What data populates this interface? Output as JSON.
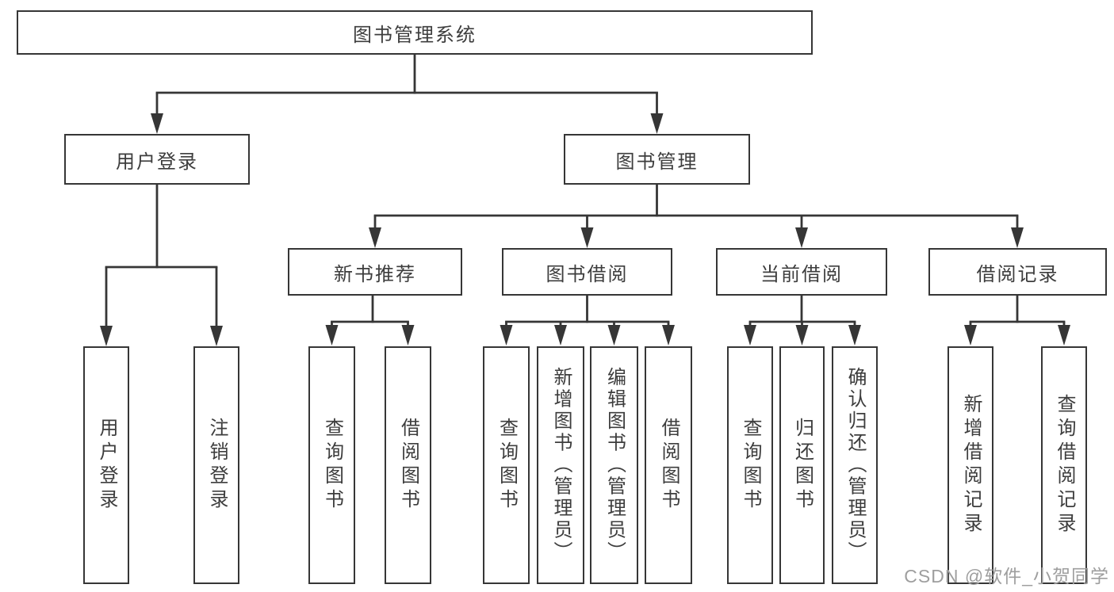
{
  "colors": {
    "line": "#363636",
    "box_border": "#363636",
    "text": "#3d3d3d",
    "watermark_text": "#9e9e9e",
    "background": "#ffffff"
  },
  "watermark": {
    "text": "CSDN @软件_小贺同学"
  },
  "tree": {
    "root": {
      "label": "图书管理系统",
      "children": [
        {
          "label": "用户登录",
          "children": [
            {
              "label": "用户登录"
            },
            {
              "label": "注销登录"
            }
          ]
        },
        {
          "label": "图书管理",
          "children": [
            {
              "label": "新书推荐",
              "children": [
                {
                  "label": "查询图书"
                },
                {
                  "label": "借阅图书"
                }
              ]
            },
            {
              "label": "图书借阅",
              "children": [
                {
                  "label": "查询图书"
                },
                {
                  "label": "新增图书（管理员）"
                },
                {
                  "label": "编辑图书（管理员）"
                },
                {
                  "label": "借阅图书"
                }
              ]
            },
            {
              "label": "当前借阅",
              "children": [
                {
                  "label": "查询图书"
                },
                {
                  "label": "归还图书"
                },
                {
                  "label": "确认归还（管理员）"
                }
              ]
            },
            {
              "label": "借阅记录",
              "children": [
                {
                  "label": "新增借阅记录"
                },
                {
                  "label": "查询借阅记录"
                }
              ]
            }
          ]
        }
      ]
    }
  }
}
